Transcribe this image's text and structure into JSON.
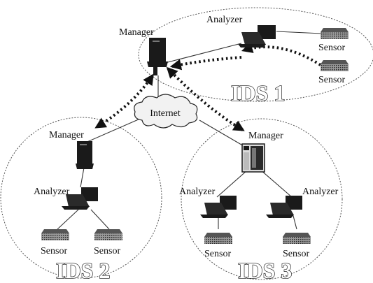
{
  "labels": {
    "manager": "Manager",
    "analyzer": "Analyzer",
    "sensor": "Sensor",
    "internet": "Internet"
  },
  "groups": {
    "ids1": "IDS 1",
    "ids2": "IDS 2",
    "ids3": "IDS 3"
  },
  "icons": {
    "manager": "tower-computer-icon",
    "analyzer": "workstation-computer-icon",
    "sensor": "sensor-device-icon",
    "internet": "cloud-icon"
  },
  "colors": {
    "line": "#333333",
    "device": "#1a1a1a",
    "cloud_fill": "#f2f2f2"
  }
}
